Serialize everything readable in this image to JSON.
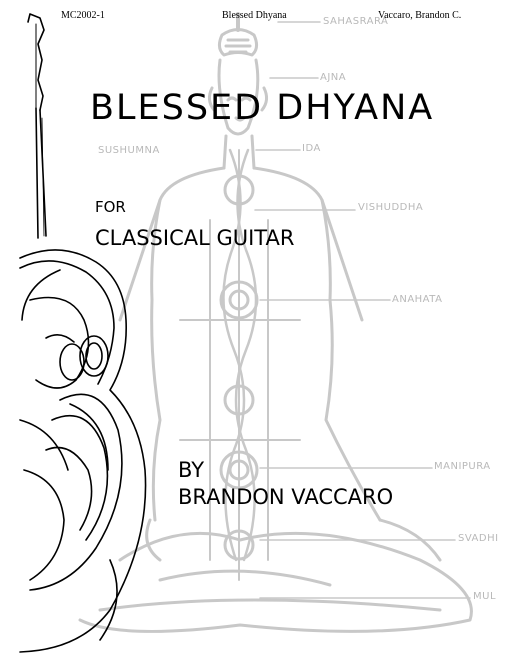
{
  "header": {
    "catalog_number": "MC2002-1",
    "piece_title": "Blessed Dhyana",
    "composer": "Vaccaro, Brandon C."
  },
  "cover": {
    "title": "BLESSED DHYANA",
    "for_label": "FOR",
    "instrument": "CLASSICAL GUITAR",
    "by_label": "BY",
    "composer": "BRANDON VACCARO"
  },
  "illustration": {
    "chakra_labels": {
      "sahasrara": "SAHASRARA",
      "ajna": "AJNA",
      "sushumna": "SUSHUMNA",
      "ida": "IDA",
      "vishuddha": "VISHUDDHA",
      "anahata": "ANAHATA",
      "manipura": "MANIPURA",
      "svadhi": "SVADHI",
      "mul": "MUL"
    },
    "figure_color": "#c8c8c8",
    "guitar_color": "#000000"
  }
}
